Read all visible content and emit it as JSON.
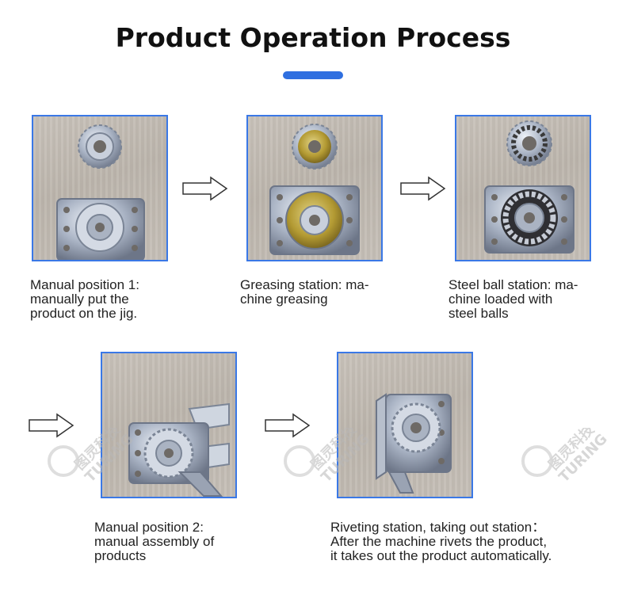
{
  "title": "Product Operation Process",
  "steps": [
    {
      "caption": "Manual position 1:\nmanually put the\nproduct on the jig."
    },
    {
      "caption": "Greasing station: ma-\nchine greasing"
    },
    {
      "caption": "Steel ball station: ma-\nchine loaded with\nsteel balls"
    },
    {
      "caption": "Manual position 2:\nmanual assembly of\nproducts"
    },
    {
      "caption": "Riveting station, taking out station：\nAfter the machine rivets the product,\nit takes out the product automatically."
    }
  ],
  "watermark": {
    "text": "图灵科技",
    "brand": "TURING"
  },
  "colors": {
    "accent": "#2f6fe0",
    "frame": "#3a78e6"
  }
}
